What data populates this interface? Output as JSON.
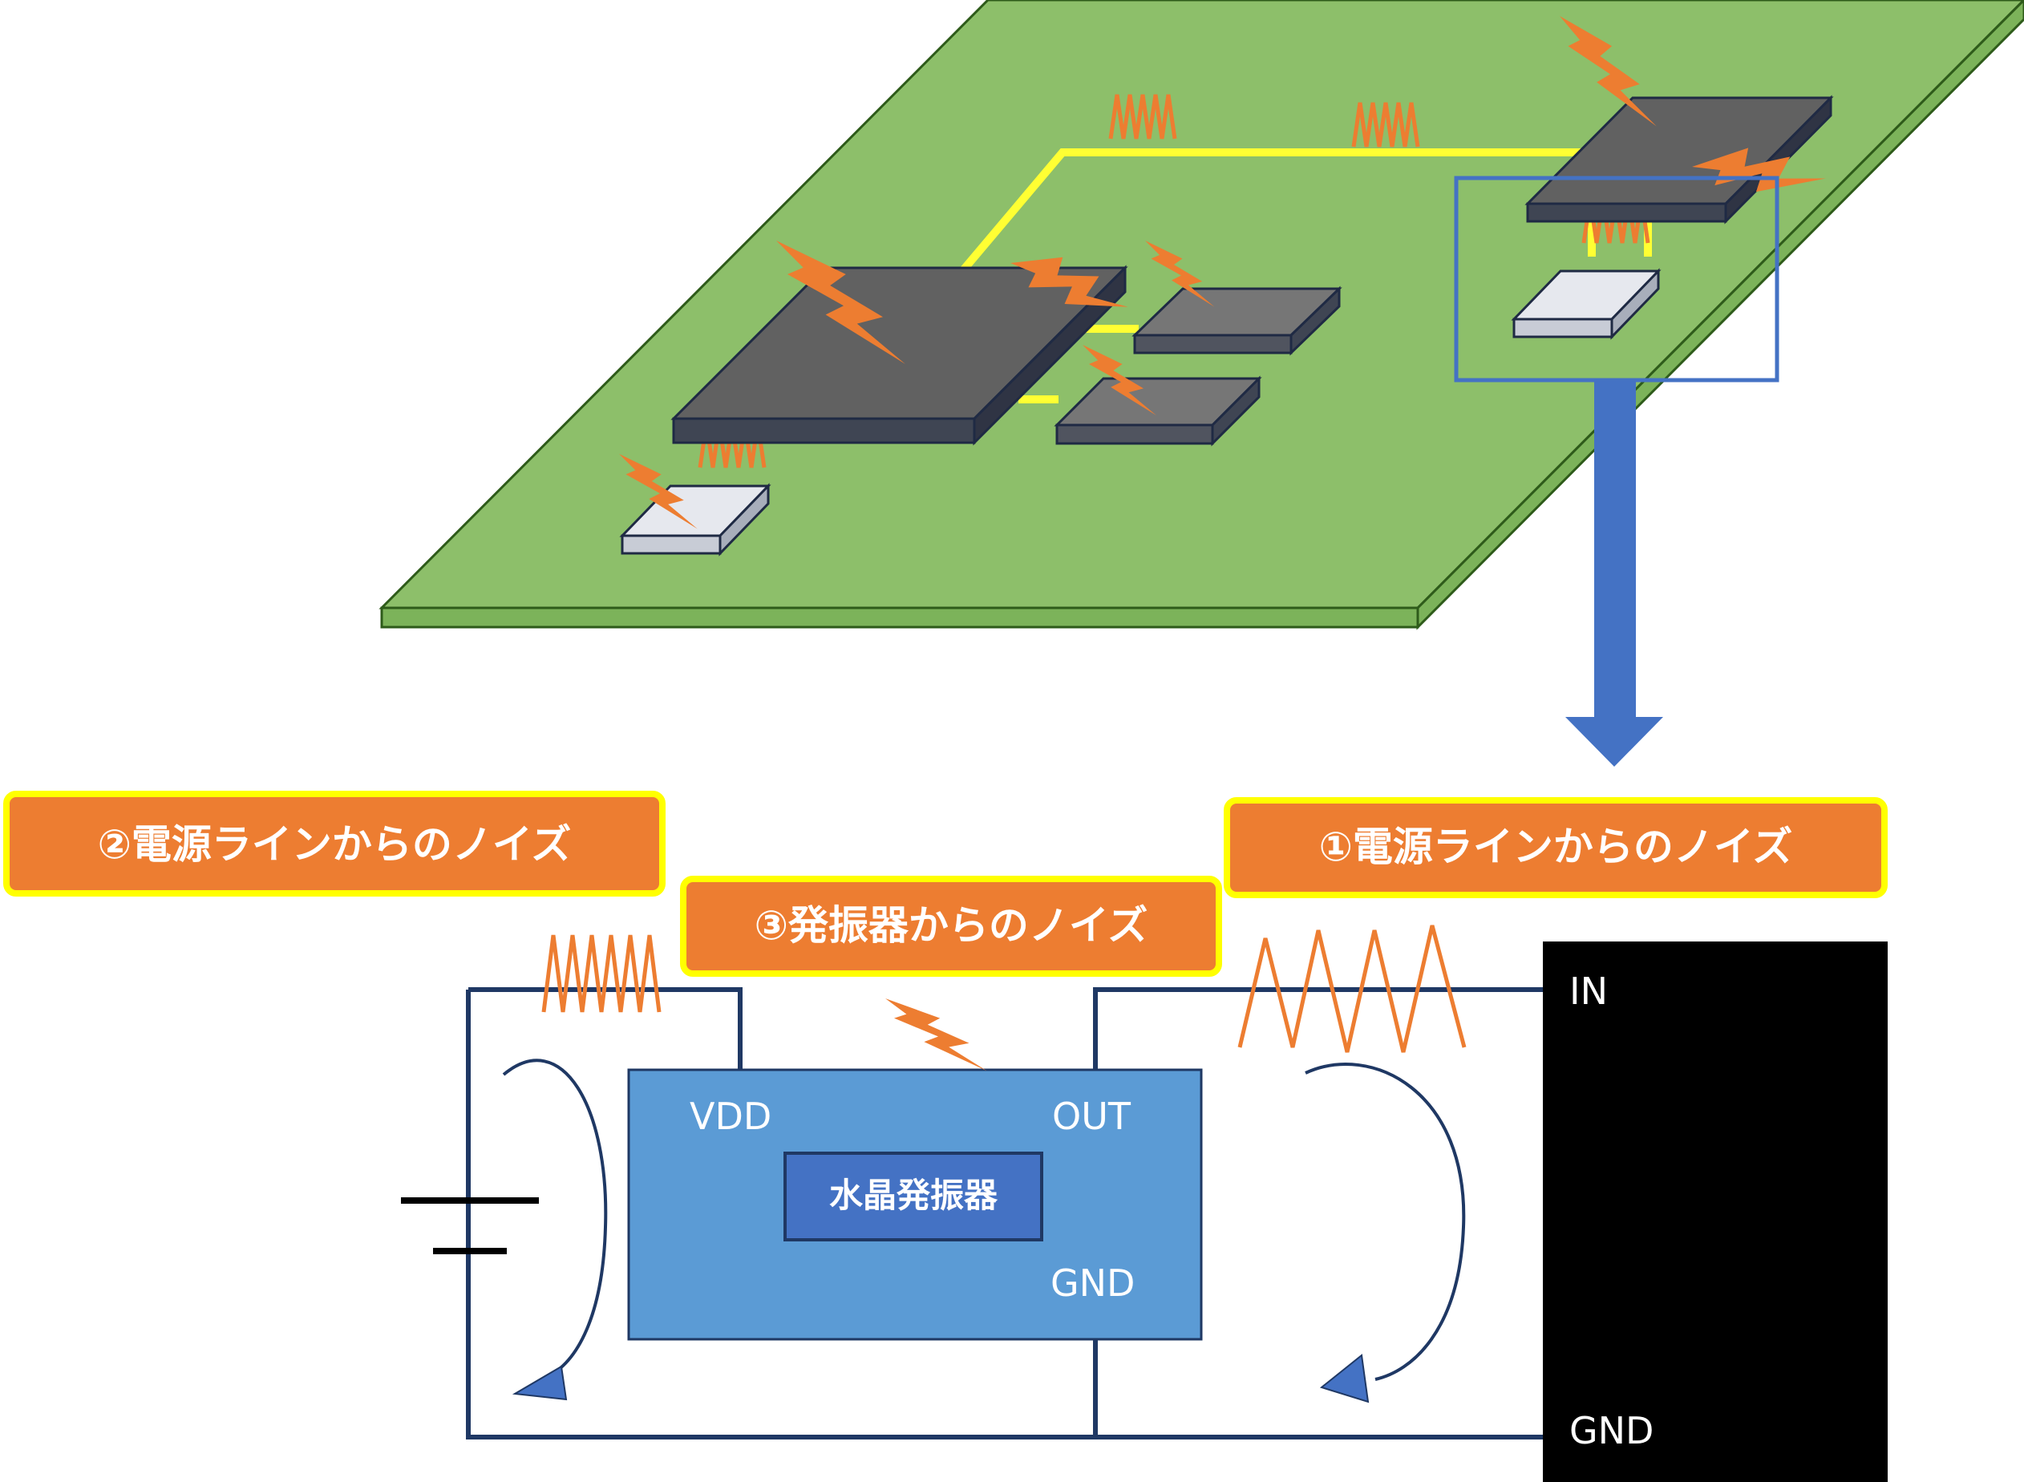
{
  "labels": {
    "noise_power_2": "②電源ラインからのノイズ",
    "noise_power_1": "①電源ラインからのノイズ",
    "noise_osc_3": "③発振器からのノイズ"
  },
  "oscillator": {
    "vdd": "VDD",
    "out": "OUT",
    "gnd": "GND",
    "crystal": "水晶発振器"
  },
  "ic": {
    "in": "IN",
    "gnd": "GND"
  },
  "colors": {
    "board": "#8dbf6a",
    "board_edge": "#2e5b1a",
    "chip_dark": "#616161",
    "chip_mid": "#767676",
    "chip_light": "#e6e8ee",
    "trace": "#ffff33",
    "noise": "#ed7d31",
    "arrow_blue": "#4472c4",
    "oscillator_body": "#5b9bd5",
    "crystal_box": "#4472c4",
    "wire": "#1f3864",
    "ic_body": "#000000",
    "label_fill": "#ed7d31",
    "label_border": "#ffff00"
  }
}
